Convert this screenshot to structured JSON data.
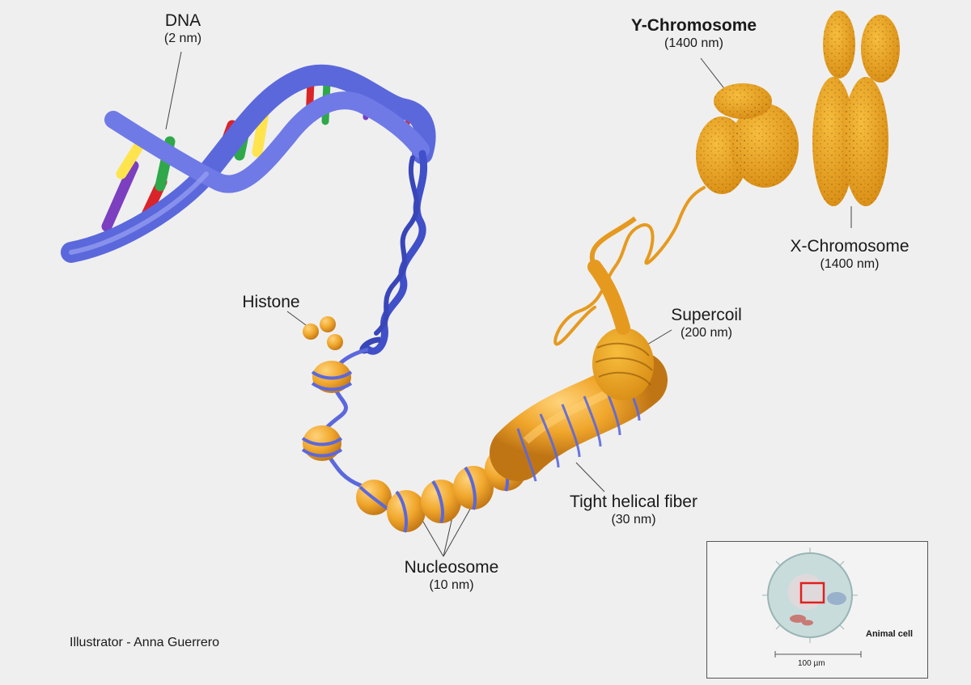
{
  "colors": {
    "dna_backbone": "#5b68dc",
    "dna_backbone_dark": "#3846b8",
    "chromatin": "#f0a62b",
    "chromatin_dark": "#c97c12",
    "background": "#efefef",
    "highlight_box": "#e0201b"
  },
  "labels": {
    "dna": {
      "title": "DNA",
      "size": "(2 nm)"
    },
    "histone": {
      "title": "Histone"
    },
    "nucleosome": {
      "title": "Nucleosome",
      "size": "(10 nm)"
    },
    "tight_fiber": {
      "title": "Tight helical fiber",
      "size": "(30 nm)"
    },
    "supercoil": {
      "title": "Supercoil",
      "size": "(200 nm)"
    },
    "y_chromosome": {
      "title": "Y-Chromosome",
      "size": "(1400 nm)"
    },
    "x_chromosome": {
      "title": "X-Chromosome",
      "size": "(1400 nm)"
    }
  },
  "credit": "Illustrator - Anna Guerrero",
  "inset": {
    "caption": "Animal cell",
    "scale_label": "100 µm"
  }
}
